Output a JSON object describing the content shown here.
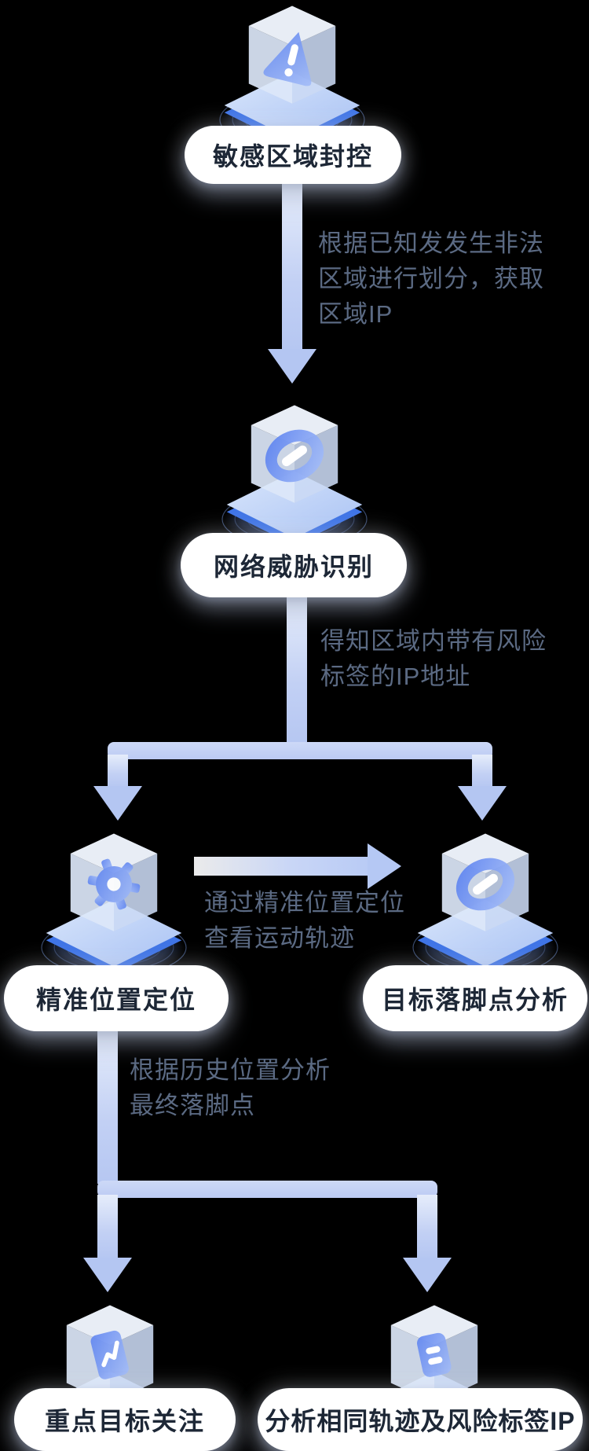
{
  "diagram": {
    "title_hint": "risk-area IP tracking flowchart",
    "background_color": "#000000",
    "nodes": [
      {
        "id": "node-1",
        "label": "敏感区域封控",
        "icon": "warning-cube-icon"
      },
      {
        "id": "node-2",
        "label": "网络威胁识别",
        "icon": "ring-cube-icon"
      },
      {
        "id": "node-3",
        "label": "精准位置定位",
        "icon": "gear-cube-icon"
      },
      {
        "id": "node-4",
        "label": "目标落脚点分析",
        "icon": "ring-cube-icon"
      },
      {
        "id": "node-5",
        "label": "重点目标关注",
        "icon": "trend-doc-cube-icon"
      },
      {
        "id": "node-6",
        "label": "分析相同轨迹及风险标签IP",
        "icon": "tag-card-cube-icon"
      }
    ],
    "annotations": [
      {
        "lines": [
          "根据已知发发生非法",
          "区域进行划分，获取",
          "区域IP"
        ]
      },
      {
        "lines": [
          "得知区域内带有风险",
          "标签的IP地址"
        ]
      },
      {
        "lines": [
          "通过精准位置定位",
          "查看运动轨迹"
        ]
      },
      {
        "lines": [
          "根据历史位置分析",
          "最终落脚点"
        ]
      }
    ],
    "edges": [
      {
        "from": "node-1",
        "to": "node-2",
        "annotation_index": 0
      },
      {
        "from": "node-2",
        "to": "node-3",
        "annotation_index": 1
      },
      {
        "from": "node-2",
        "to": "node-4",
        "annotation_index": 1
      },
      {
        "from": "node-3",
        "to": "node-4",
        "annotation_index": 2
      },
      {
        "from": "node-3",
        "to": "node-5",
        "annotation_index": 3
      },
      {
        "from": "node-3",
        "to": "node-6",
        "annotation_index": 3
      }
    ],
    "colors": {
      "arrow": "#b9cbf5",
      "annotation_text": "#5b6a83",
      "label_text": "#1d2736",
      "pill_background": "#ffffff",
      "platform_edge": "#3f74e6",
      "glyph_blue": "#5d83f0"
    }
  }
}
